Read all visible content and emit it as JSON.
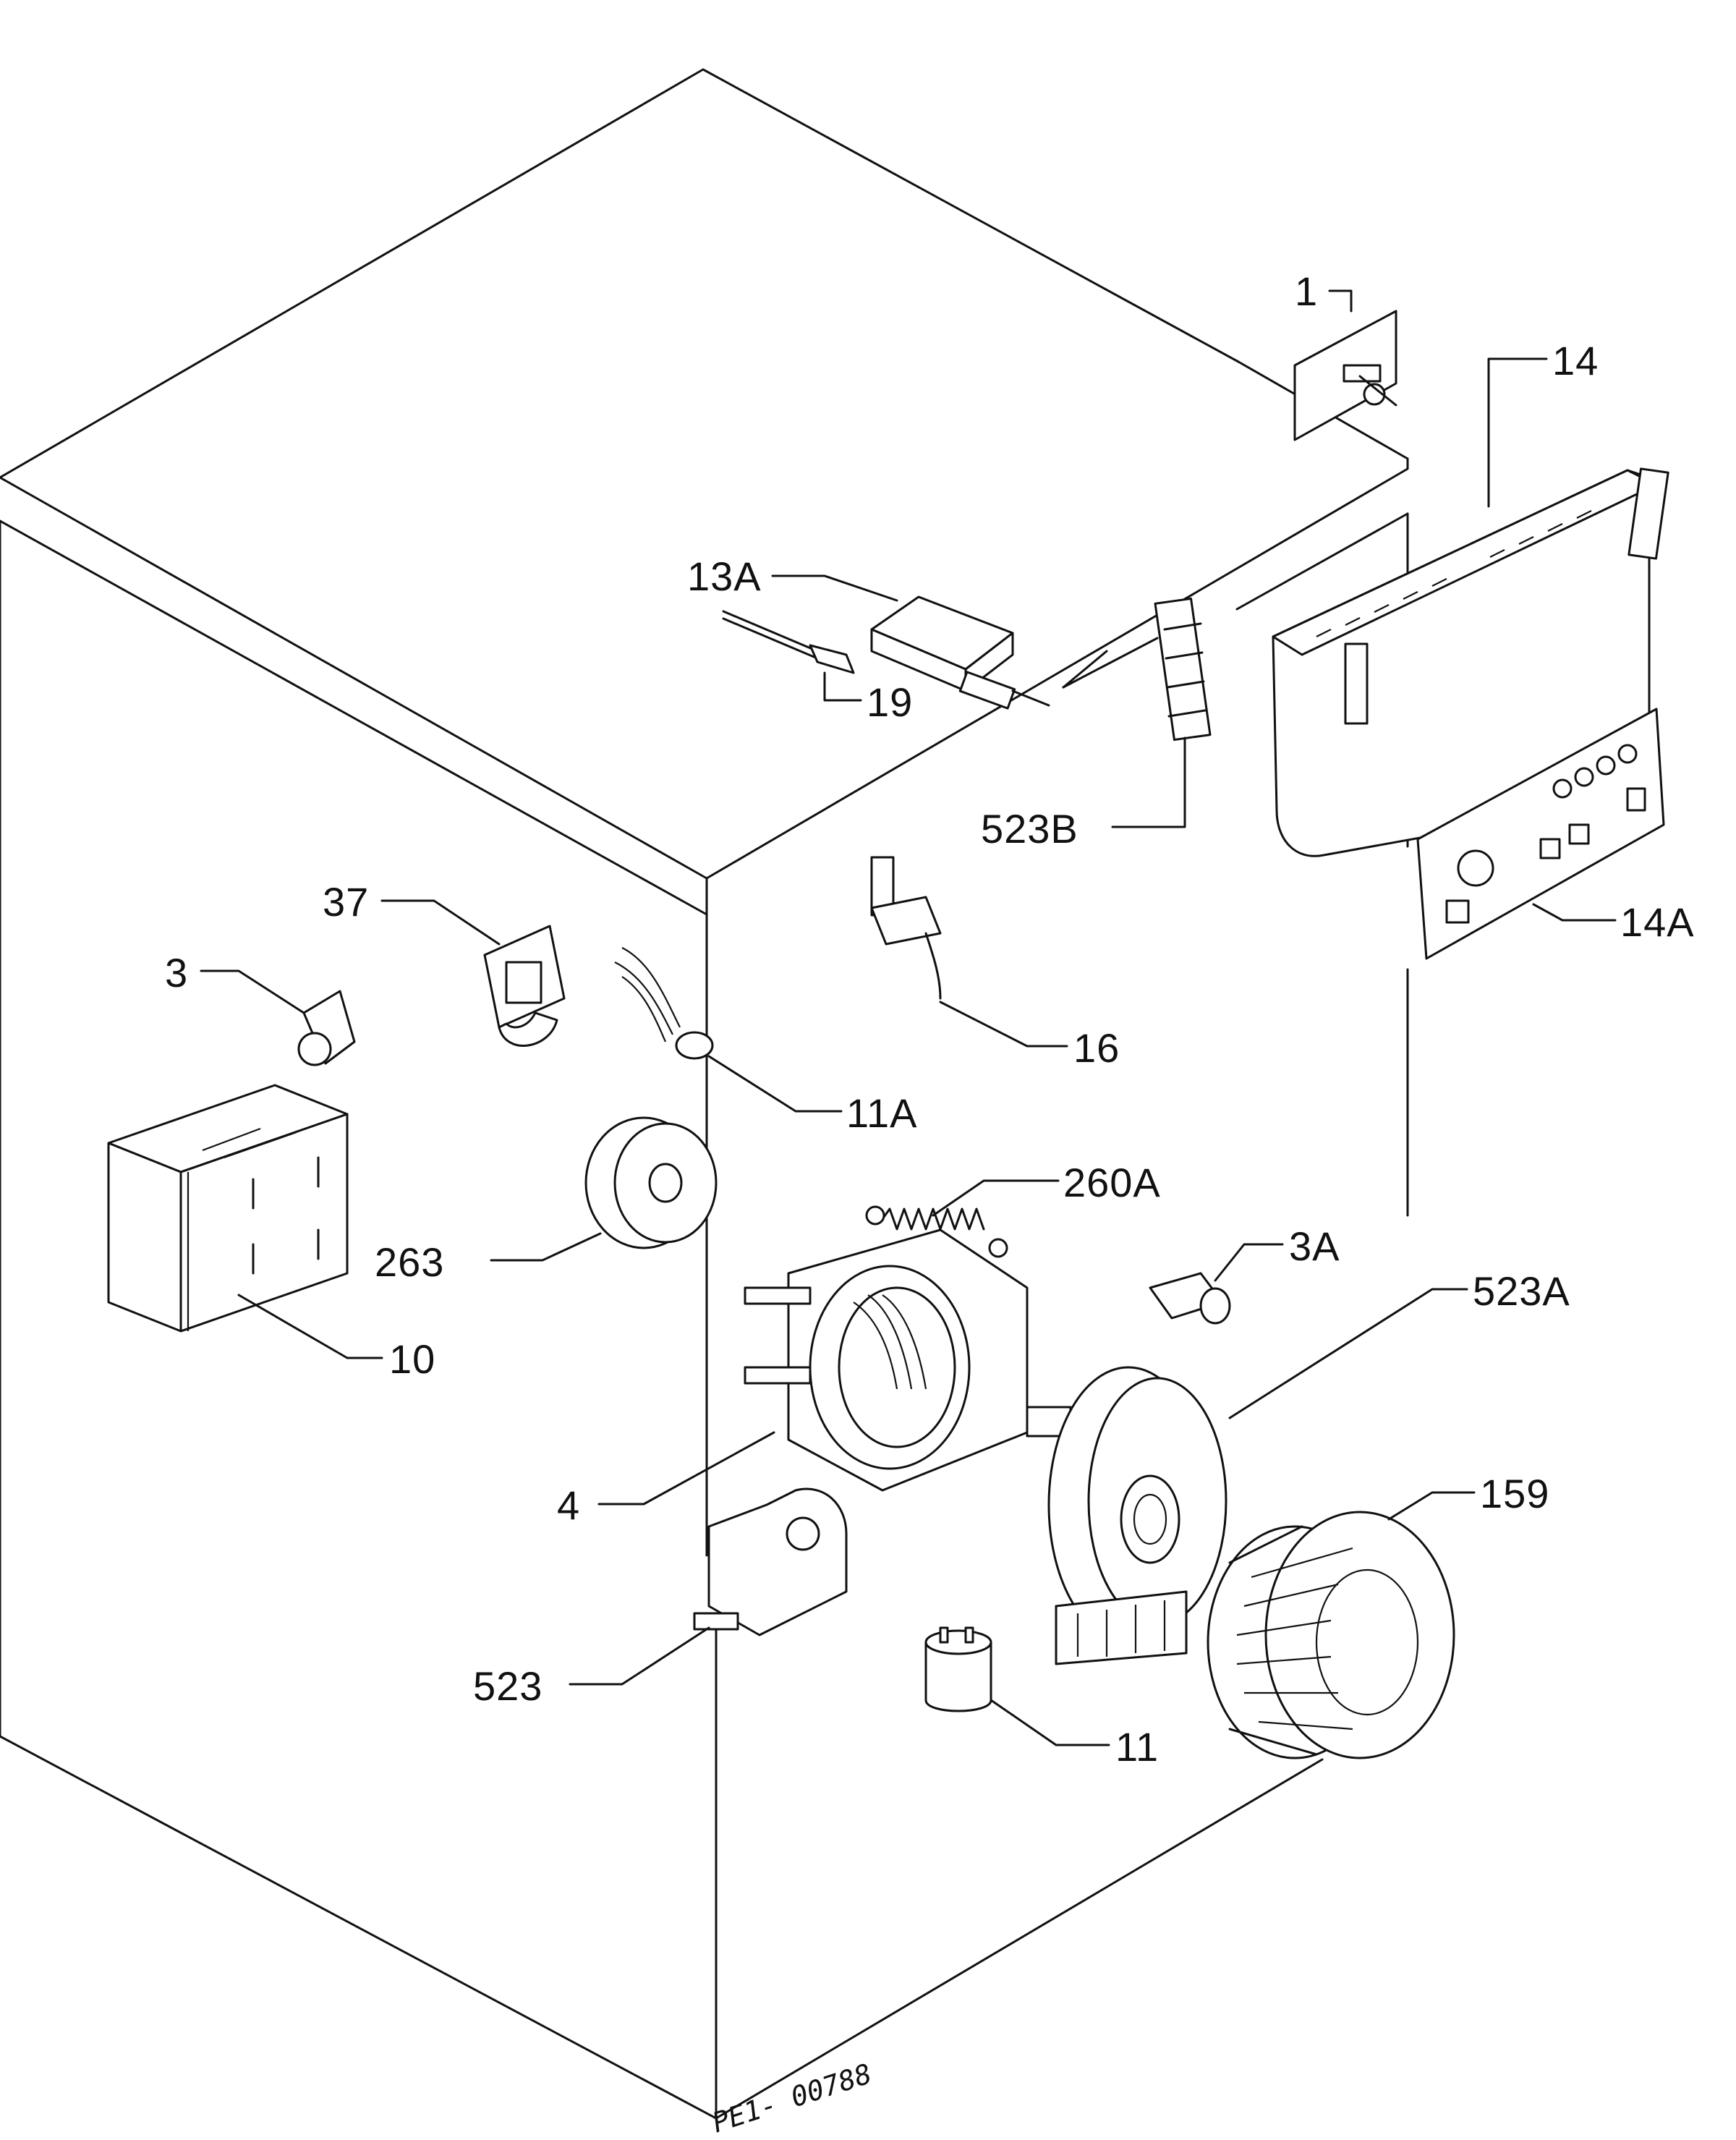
{
  "drawing_code": "PE1- 00788",
  "labels": {
    "p1": "1",
    "p14": "14",
    "p13a": "13A",
    "p19": "19",
    "p523b": "523B",
    "p14a": "14A",
    "p37": "37",
    "p3": "3",
    "p16": "16",
    "p11a": "11A",
    "p260a": "260A",
    "p263": "263",
    "p10": "10",
    "p3a": "3A",
    "p523a": "523A",
    "p4": "4",
    "p159": "159",
    "p523": "523",
    "p11": "11"
  }
}
